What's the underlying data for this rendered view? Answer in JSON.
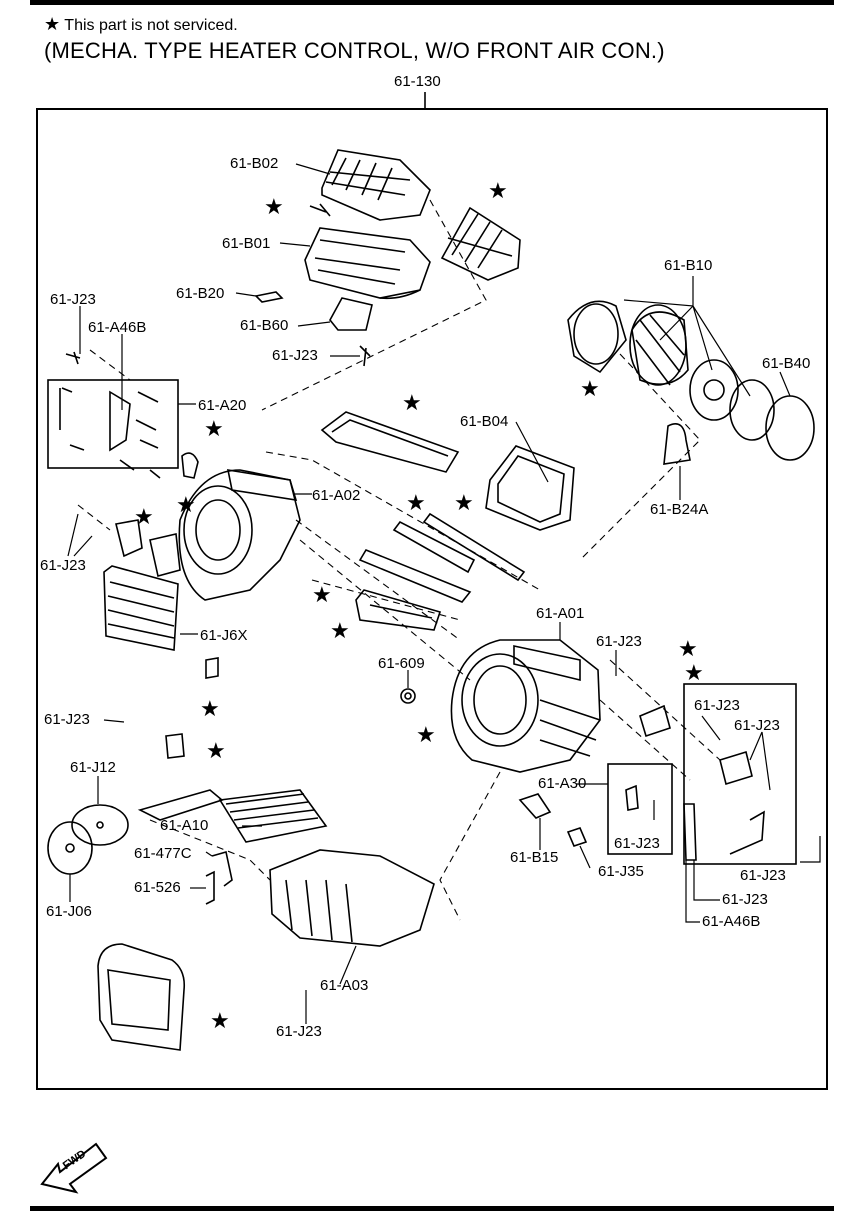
{
  "header": {
    "star_symbol": "★",
    "note": "This part is not serviced.",
    "title": "(MECHA. TYPE HEATER CONTROL, W/O FRONT AIR CON.)",
    "assembly_label": "61-130"
  },
  "labels": {
    "b02": "61-B02",
    "b01": "61-B01",
    "b20": "61-B20",
    "b60": "61-B60",
    "j23_a": "61-J23",
    "j23_b": "61-J23",
    "a46b_top": "61-A46B",
    "a20": "61-A20",
    "b10": "61-B10",
    "b40": "61-B40",
    "b04": "61-B04",
    "b24a": "61-B24A",
    "a02": "61-A02",
    "j23_c": "61-J23",
    "j6x": "61-J6X",
    "a01": "61-A01",
    "j23_d": "61-J23",
    "p609": "61-609",
    "j23_e": "61-J23",
    "j23_f": "61-J23",
    "j23_g": "61-J23",
    "j12": "61-J12",
    "a30": "61-A30",
    "j23_h": "61-J23",
    "a10": "61-A10",
    "p477c": "61-477C",
    "b15": "61-B15",
    "j35": "61-J35",
    "j23_i": "61-J23",
    "p526": "61-526",
    "j23_j": "61-J23",
    "j06": "61-J06",
    "a46b_bot": "61-A46B",
    "a03": "61-A03",
    "j23_k": "61-J23"
  },
  "fwd_label": "FWD"
}
